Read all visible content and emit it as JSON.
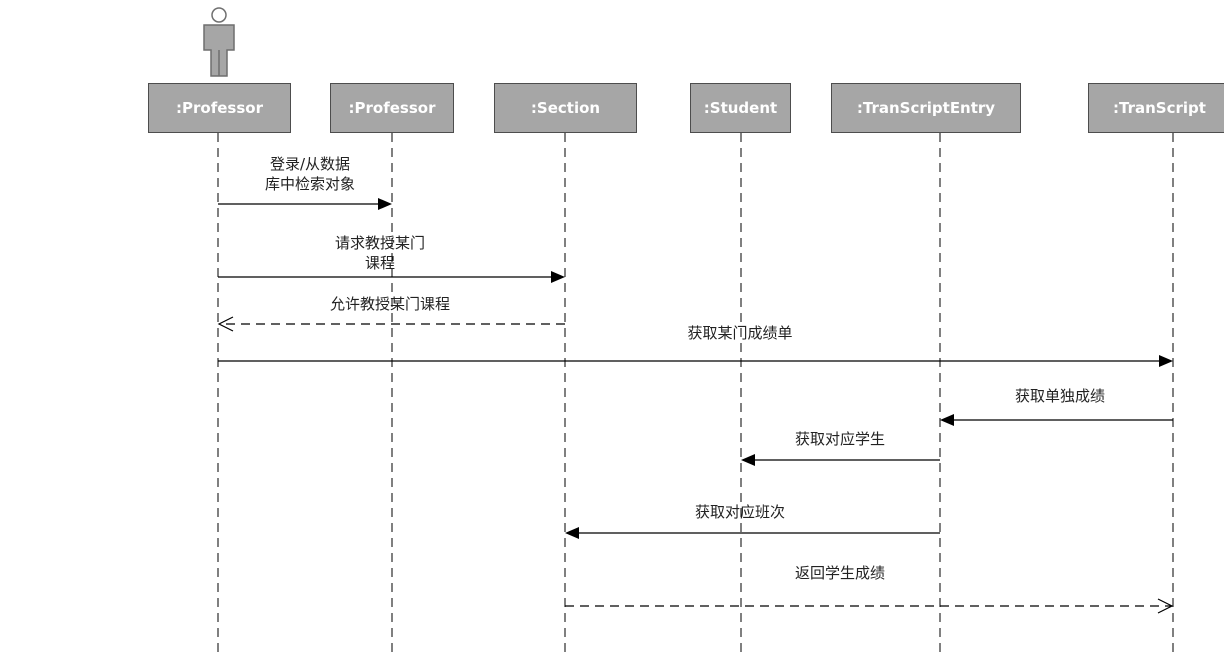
{
  "lifelines": [
    ":Professor",
    ":Professor",
    ":Section",
    ":Student",
    ":TranScriptEntry",
    ":TranScript"
  ],
  "messages": [
    {
      "text": "登录/从数据\n库中检索对象",
      "from": ":Professor (1)",
      "to": ":Professor (2)",
      "style": "solid"
    },
    {
      "text": "请求教授某门\n课程",
      "from": ":Professor (1)",
      "to": ":Section",
      "style": "solid"
    },
    {
      "text": "允许教授某门课程",
      "from": ":Section",
      "to": ":Professor (1)",
      "style": "dashed-return"
    },
    {
      "text": "获取某门成绩单",
      "from": ":Professor (1)",
      "to": ":TranScript",
      "style": "solid"
    },
    {
      "text": "获取单独成绩",
      "from": ":TranScript",
      "to": ":TranScriptEntry",
      "style": "solid"
    },
    {
      "text": "获取对应学生",
      "from": ":TranScriptEntry",
      "to": ":Student",
      "style": "solid"
    },
    {
      "text": "获取对应班次",
      "from": ":TranScriptEntry",
      "to": ":Section",
      "style": "solid"
    },
    {
      "text": "返回学生成绩",
      "from": ":Section",
      "to": ":TranScript",
      "style": "dashed-return"
    }
  ],
  "colors": {
    "box_fill": "#a6a6a6",
    "box_border": "#4d4d4d",
    "box_text": "#ffffff",
    "line": "#000000",
    "actor": "#8c8c8c"
  },
  "icons": {
    "actor": "actor-person-icon"
  }
}
